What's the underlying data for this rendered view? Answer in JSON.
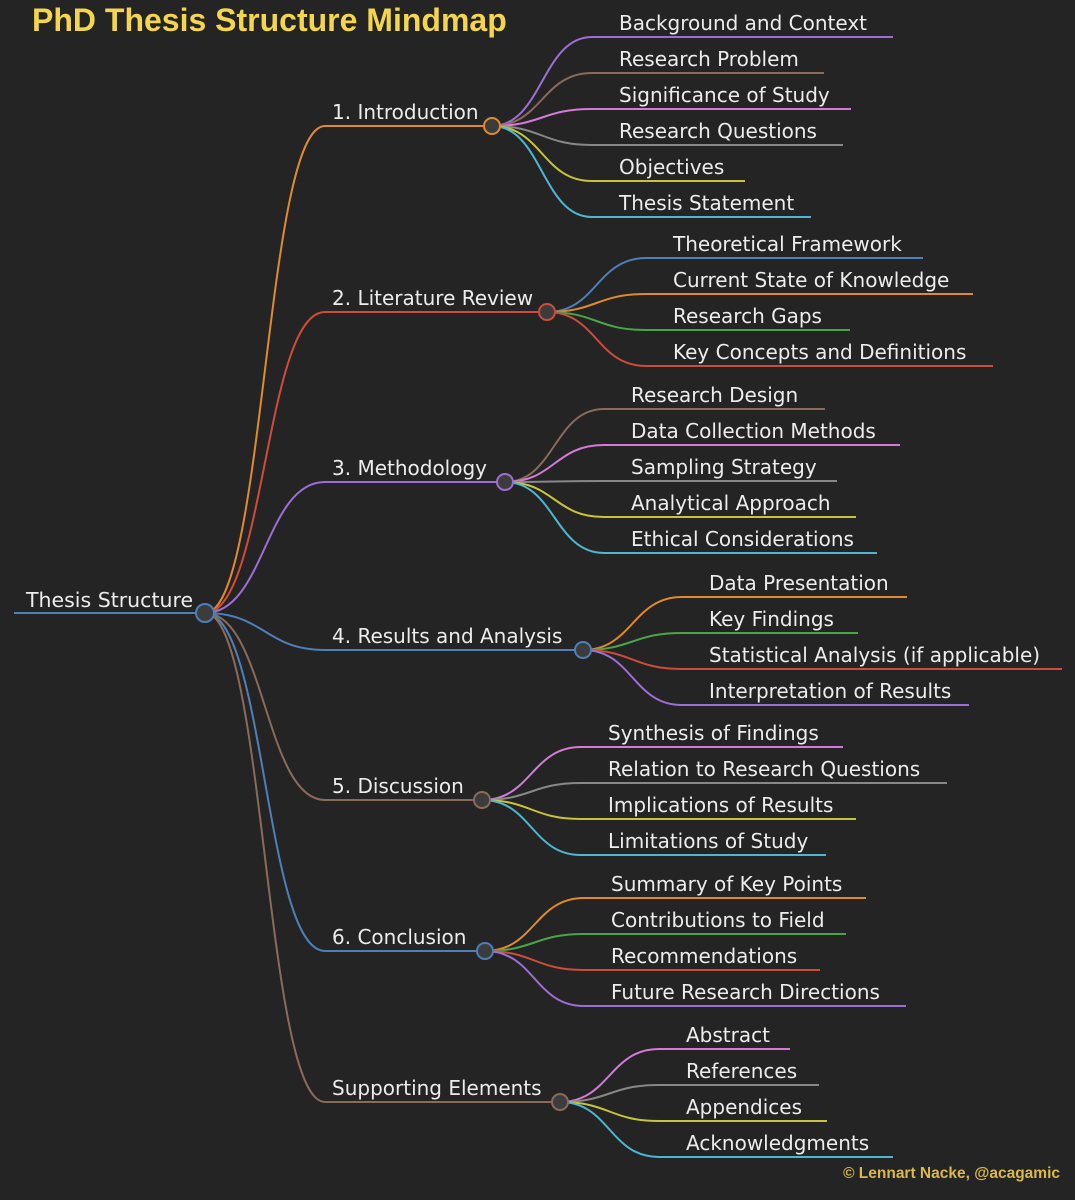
{
  "title": "PhD Thesis Structure Mindmap",
  "credit": "© Lennart Nacke, @acagamic",
  "root": {
    "label": "Thesis Structure",
    "color": "#4e7fb8"
  },
  "sections": [
    {
      "label": "1. Introduction",
      "color": "#e08a2e",
      "children": [
        {
          "label": "Background and Context",
          "color": "#9d6fd6"
        },
        {
          "label": "Research Problem",
          "color": "#8a6a5a"
        },
        {
          "label": "Significance of Study",
          "color": "#d57ad8"
        },
        {
          "label": "Research Questions",
          "color": "#888888"
        },
        {
          "label": "Objectives",
          "color": "#c7c43a"
        },
        {
          "label": "Thesis Statement",
          "color": "#4fb6d0"
        }
      ]
    },
    {
      "label": "2. Literature Review",
      "color": "#cf4b3a",
      "children": [
        {
          "label": "Theoretical Framework",
          "color": "#4e7fb8"
        },
        {
          "label": "Current State of Knowledge",
          "color": "#e08a2e"
        },
        {
          "label": "Research Gaps",
          "color": "#4aa547"
        },
        {
          "label": "Key Concepts and Definitions",
          "color": "#cf4b3a"
        }
      ]
    },
    {
      "label": "3. Methodology",
      "color": "#9d6fd6",
      "children": [
        {
          "label": "Research Design",
          "color": "#8a6a5a"
        },
        {
          "label": "Data Collection Methods",
          "color": "#d57ad8"
        },
        {
          "label": "Sampling Strategy",
          "color": "#888888"
        },
        {
          "label": "Analytical Approach",
          "color": "#c7c43a"
        },
        {
          "label": "Ethical Considerations",
          "color": "#4fb6d0"
        }
      ]
    },
    {
      "label": "4. Results and Analysis",
      "color": "#4e7fb8",
      "children": [
        {
          "label": "Data Presentation",
          "color": "#e08a2e"
        },
        {
          "label": "Key Findings",
          "color": "#4aa547"
        },
        {
          "label": "Statistical Analysis (if applicable)",
          "color": "#cf4b3a"
        },
        {
          "label": "Interpretation of Results",
          "color": "#9d6fd6"
        }
      ]
    },
    {
      "label": "5. Discussion",
      "color": "#8a6a5a",
      "children": [
        {
          "label": "Synthesis of Findings",
          "color": "#d57ad8"
        },
        {
          "label": "Relation to Research Questions",
          "color": "#888888"
        },
        {
          "label": "Implications of Results",
          "color": "#c7c43a"
        },
        {
          "label": "Limitations of Study",
          "color": "#4fb6d0"
        }
      ]
    },
    {
      "label": "6. Conclusion",
      "color": "#4e7fb8",
      "children": [
        {
          "label": "Summary of Key Points",
          "color": "#e08a2e"
        },
        {
          "label": "Contributions to Field",
          "color": "#4aa547"
        },
        {
          "label": "Recommendations",
          "color": "#cf4b3a"
        },
        {
          "label": "Future Research Directions",
          "color": "#9d6fd6"
        }
      ]
    },
    {
      "label": "Supporting Elements",
      "color": "#8a6a5a",
      "children": [
        {
          "label": "Abstract",
          "color": "#d57ad8"
        },
        {
          "label": "References",
          "color": "#888888"
        },
        {
          "label": "Appendices",
          "color": "#c7c43a"
        },
        {
          "label": "Acknowledgments",
          "color": "#4fb6d0"
        }
      ]
    }
  ]
}
